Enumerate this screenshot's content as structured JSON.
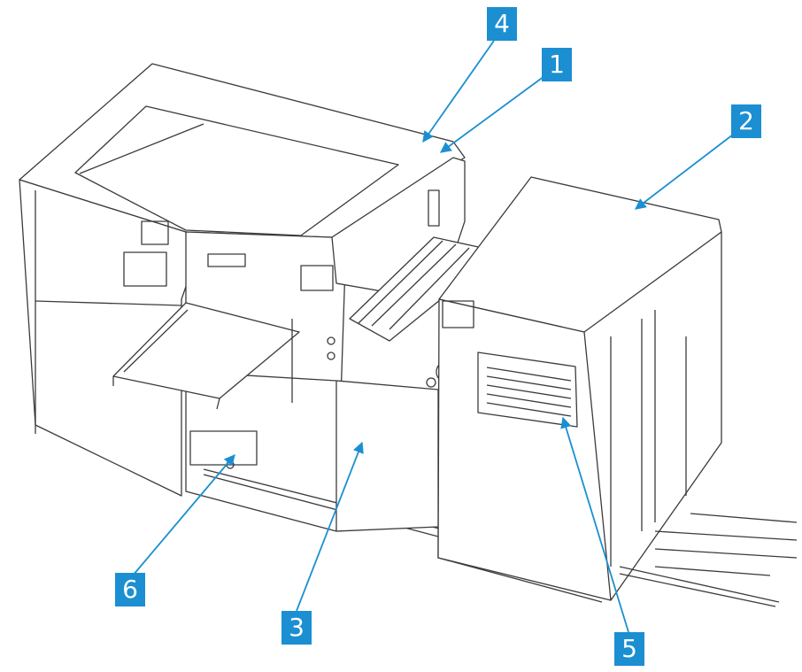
{
  "callout_color": "#1b8fd1",
  "line_color": "#3b3b3b",
  "callouts": [
    {
      "id": "4",
      "label": "4"
    },
    {
      "id": "1",
      "label": "1"
    },
    {
      "id": "2",
      "label": "2"
    },
    {
      "id": "5",
      "label": "5"
    },
    {
      "id": "3",
      "label": "3"
    },
    {
      "id": "6",
      "label": "6"
    }
  ]
}
